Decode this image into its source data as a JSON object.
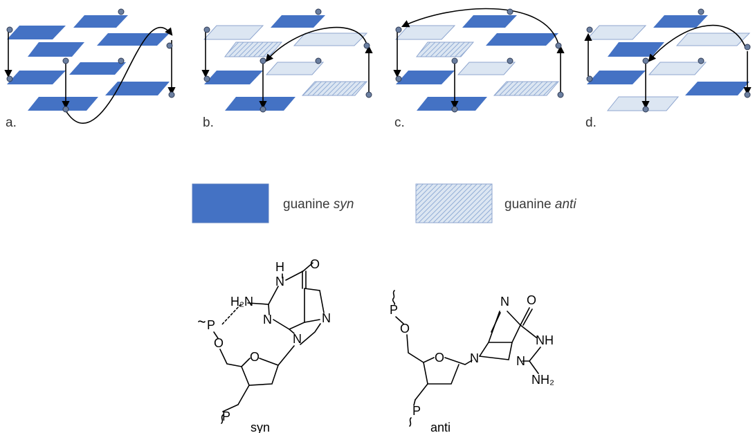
{
  "panels": [
    {
      "id": "a",
      "label": "a."
    },
    {
      "id": "b",
      "label": "b."
    },
    {
      "id": "c",
      "label": "c."
    },
    {
      "id": "d",
      "label": "d."
    }
  ],
  "legend": {
    "syn": {
      "prefix": "guanine ",
      "emph": "syn"
    },
    "anti": {
      "prefix": "guanine ",
      "emph": "anti"
    }
  },
  "structures": {
    "syn": {
      "label": "syn",
      "atoms": {
        "h_top": "H",
        "n_ring": "N",
        "o_carbonyl": "O",
        "h2n": "H₂N",
        "n_left": "N",
        "n_right": "N",
        "n9": "N",
        "p_left": "P",
        "o_link": "O",
        "o_sugar": "O",
        "p_bottom": "P"
      }
    },
    "anti": {
      "label": "anti",
      "atoms": {
        "p_top": "P",
        "o_link": "O",
        "o_sugar": "O",
        "n7": "N",
        "n9": "N",
        "o_carbonyl": "O",
        "nh": "NH",
        "n3": "N",
        "nh2": "NH₂",
        "p_bottom": "P"
      }
    }
  },
  "colors": {
    "syn_fill": "#4472c4",
    "anti_fill": "#dce6f2",
    "anti_hatch": "#7f9fcf",
    "edge": "#8fa6cf"
  }
}
